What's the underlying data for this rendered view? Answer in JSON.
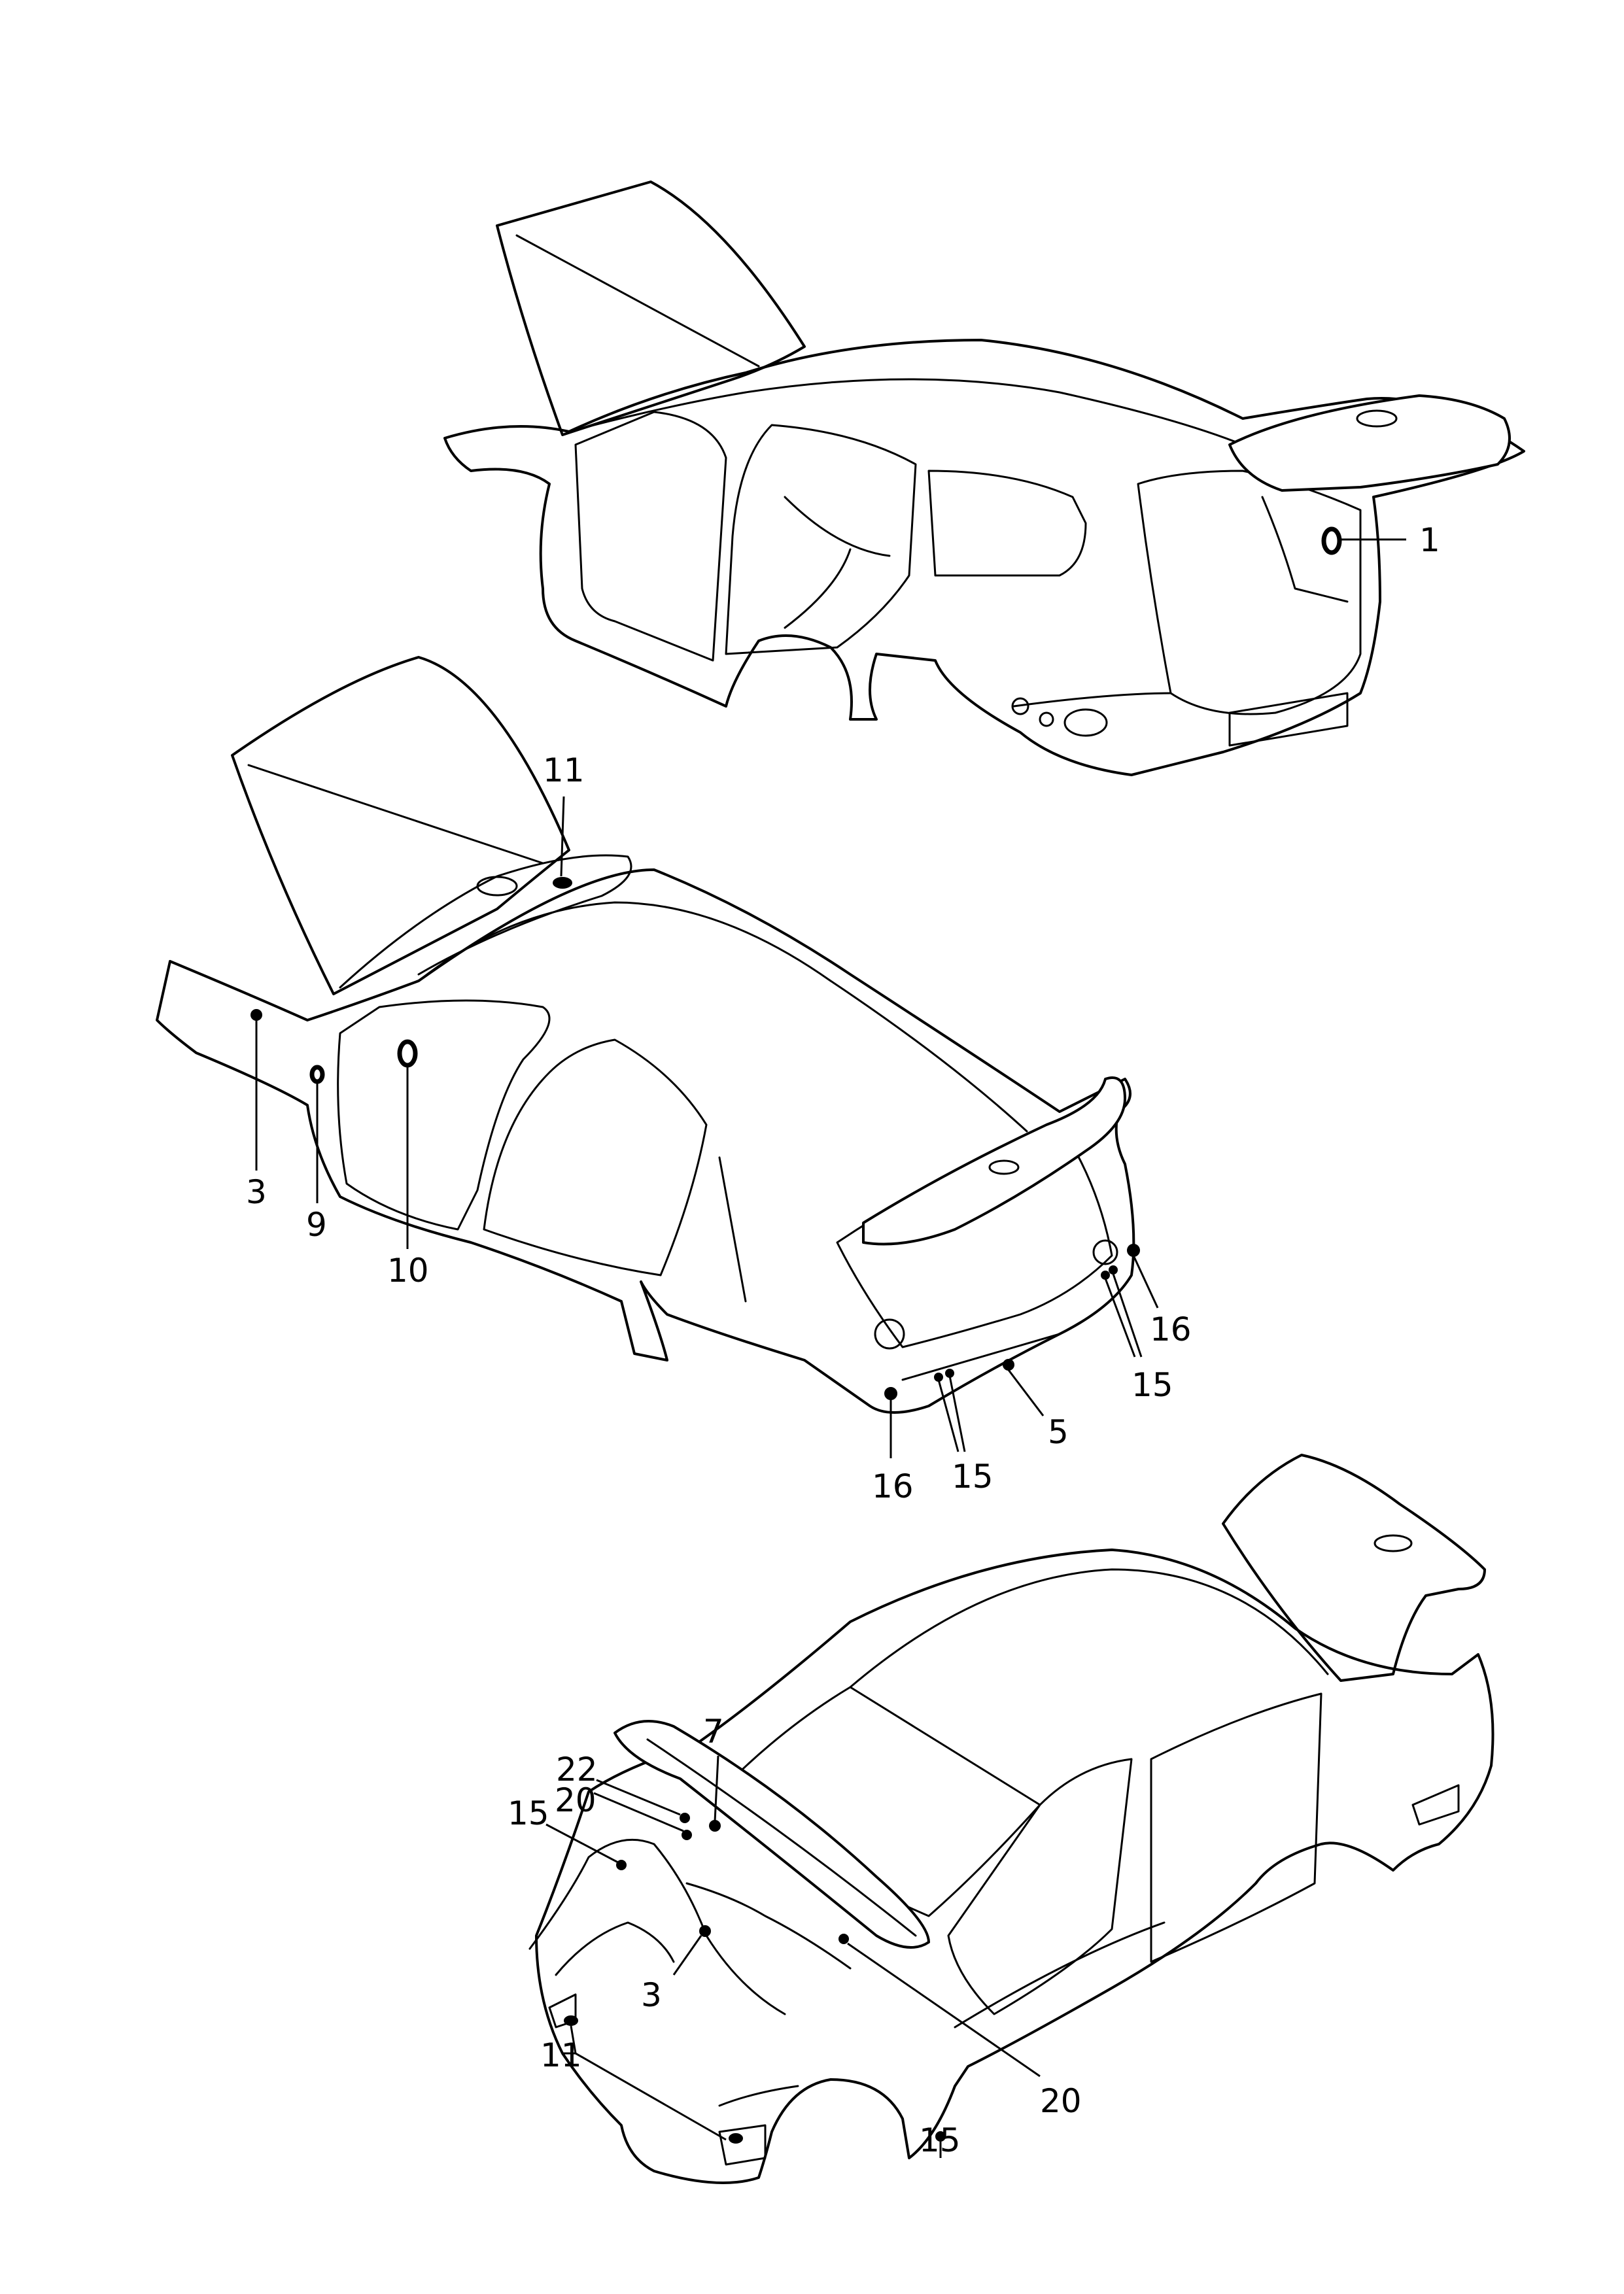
{
  "colors": {
    "line": "#000000",
    "background": "#ffffff"
  },
  "callouts": {
    "estate": {
      "c1": "1"
    },
    "sedan_rear": {
      "c11": "11",
      "c3": "3",
      "c9": "9",
      "c10": "10",
      "c16a": "16",
      "c15a": "15",
      "c5": "5",
      "c16b": "16",
      "c15b": "15"
    },
    "sedan_front": {
      "c7": "7",
      "c22": "22",
      "c20a": "20",
      "c15a": "15",
      "c3": "3",
      "c11": "11",
      "c20b": "20",
      "c15b": "15"
    }
  }
}
